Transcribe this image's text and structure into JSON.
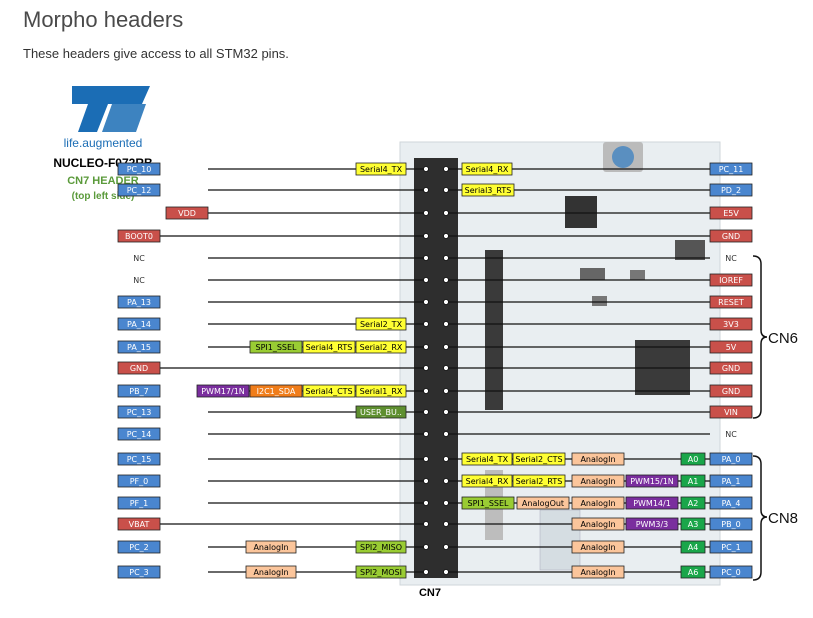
{
  "page": {
    "title": "Morpho headers",
    "description": "These headers give access to all STM32 pins."
  },
  "brand": {
    "tagline": "life.augmented",
    "board": "NUCLEO-F072RB",
    "header_name": "CN7 HEADER",
    "header_side": "(top left side)",
    "logo_color": "#1b6db5",
    "green": "#5a9a3a"
  },
  "connectors": {
    "cn7": "CN7",
    "cn6": "CN6",
    "cn8": "CN8"
  },
  "colors": {
    "port": "#4a86cf",
    "power": "#c9504a",
    "serial": "#ffff33",
    "spi": "#99cc33",
    "analog": "#fbc59b",
    "pwm": "#7a2e9e",
    "i2c": "#f07d1a",
    "arduino": "#1aa64a",
    "user": "#5e8f2f",
    "nc": "#ffffff"
  },
  "left_rows": [
    {
      "pin": "PC_10",
      "type": "port",
      "funcs": [
        {
          "label": "Serial4_TX",
          "type": "serial"
        }
      ]
    },
    {
      "pin": "PC_12",
      "type": "port",
      "funcs": []
    },
    {
      "pin": "VDD",
      "type": "power",
      "funcs": []
    },
    {
      "pin": "BOOT0",
      "type": "power",
      "funcs": []
    },
    {
      "pin": "NC",
      "type": "nc",
      "funcs": []
    },
    {
      "pin": "NC",
      "type": "nc",
      "funcs": []
    },
    {
      "pin": "PA_13",
      "type": "port",
      "funcs": []
    },
    {
      "pin": "PA_14",
      "type": "port",
      "funcs": [
        {
          "label": "Serial2_TX",
          "type": "serial"
        }
      ]
    },
    {
      "pin": "PA_15",
      "type": "port",
      "funcs": [
        {
          "label": "SPI1_SSEL",
          "type": "spi"
        },
        {
          "label": "Serial4_RTS",
          "type": "serial"
        },
        {
          "label": "Serial2_RX",
          "type": "serial"
        }
      ]
    },
    {
      "pin": "GND",
      "type": "power",
      "funcs": []
    },
    {
      "pin": "PB_7",
      "type": "port",
      "funcs": [
        {
          "label": "PWM17/1N",
          "type": "pwm"
        },
        {
          "label": "I2C1_SDA",
          "type": "i2c"
        },
        {
          "label": "Serial4_CTS",
          "type": "serial"
        },
        {
          "label": "Serial1_RX",
          "type": "serial"
        }
      ]
    },
    {
      "pin": "PC_13",
      "type": "port",
      "funcs": [
        {
          "label": "USER_BU..",
          "type": "user"
        }
      ]
    },
    {
      "pin": "PC_14",
      "type": "port",
      "funcs": []
    },
    {
      "pin": "PC_15",
      "type": "port",
      "funcs": []
    },
    {
      "pin": "PF_0",
      "type": "port",
      "funcs": []
    },
    {
      "pin": "PF_1",
      "type": "port",
      "funcs": []
    },
    {
      "pin": "VBAT",
      "type": "power",
      "funcs": []
    },
    {
      "pin": "PC_2",
      "type": "port",
      "funcs": [
        {
          "label": "AnalogIn",
          "type": "analog"
        },
        {
          "label": "SPI2_MISO",
          "type": "spi"
        }
      ]
    },
    {
      "pin": "PC_3",
      "type": "port",
      "funcs": [
        {
          "label": "AnalogIn",
          "type": "analog"
        },
        {
          "label": "SPI2_MOSI",
          "type": "spi"
        }
      ]
    }
  ],
  "right_rows": [
    {
      "pin": "PC_11",
      "type": "port",
      "funcs": [
        {
          "label": "Serial4_RX",
          "type": "serial"
        }
      ]
    },
    {
      "pin": "PD_2",
      "type": "port",
      "funcs": [
        {
          "label": "Serial3_RTS",
          "type": "serial"
        }
      ]
    },
    {
      "pin": "E5V",
      "type": "power",
      "funcs": []
    },
    {
      "pin": "GND",
      "type": "power",
      "funcs": []
    },
    {
      "pin": "NC",
      "type": "nc",
      "funcs": []
    },
    {
      "pin": "IOREF",
      "type": "power",
      "funcs": []
    },
    {
      "pin": "RESET",
      "type": "power",
      "funcs": []
    },
    {
      "pin": "3V3",
      "type": "power",
      "funcs": []
    },
    {
      "pin": "5V",
      "type": "power",
      "funcs": []
    },
    {
      "pin": "GND",
      "type": "power",
      "funcs": []
    },
    {
      "pin": "GND",
      "type": "power",
      "funcs": []
    },
    {
      "pin": "VIN",
      "type": "power",
      "funcs": []
    },
    {
      "pin": "NC",
      "type": "nc",
      "funcs": []
    },
    {
      "pin": "PA_0",
      "type": "port",
      "arduino": "A0",
      "funcs": [
        {
          "label": "Serial4_TX",
          "type": "serial"
        },
        {
          "label": "Serial2_CTS",
          "type": "serial"
        },
        {
          "label": "AnalogIn",
          "type": "analog"
        }
      ]
    },
    {
      "pin": "PA_1",
      "type": "port",
      "arduino": "A1",
      "funcs": [
        {
          "label": "Serial4_RX",
          "type": "serial"
        },
        {
          "label": "Serial2_RTS",
          "type": "serial"
        },
        {
          "label": "AnalogIn",
          "type": "analog"
        },
        {
          "label": "PWM15/1N",
          "type": "pwm"
        }
      ]
    },
    {
      "pin": "PA_4",
      "type": "port",
      "arduino": "A2",
      "funcs": [
        {
          "label": "SPI1_SSEL",
          "type": "spi"
        },
        {
          "label": "AnalogOut",
          "type": "analog"
        },
        {
          "label": "AnalogIn",
          "type": "analog"
        },
        {
          "label": "PWM14/1",
          "type": "pwm"
        }
      ]
    },
    {
      "pin": "PB_0",
      "type": "port",
      "arduino": "A3",
      "funcs": [
        {
          "label": "AnalogIn",
          "type": "analog"
        },
        {
          "label": "PWM3/3",
          "type": "pwm"
        }
      ]
    },
    {
      "pin": "PC_1",
      "type": "port",
      "arduino": "A4",
      "funcs": [
        {
          "label": "AnalogIn",
          "type": "analog"
        }
      ]
    },
    {
      "pin": "PC_0",
      "type": "port",
      "arduino": "A6",
      "funcs": [
        {
          "label": "AnalogIn",
          "type": "analog"
        }
      ]
    }
  ]
}
